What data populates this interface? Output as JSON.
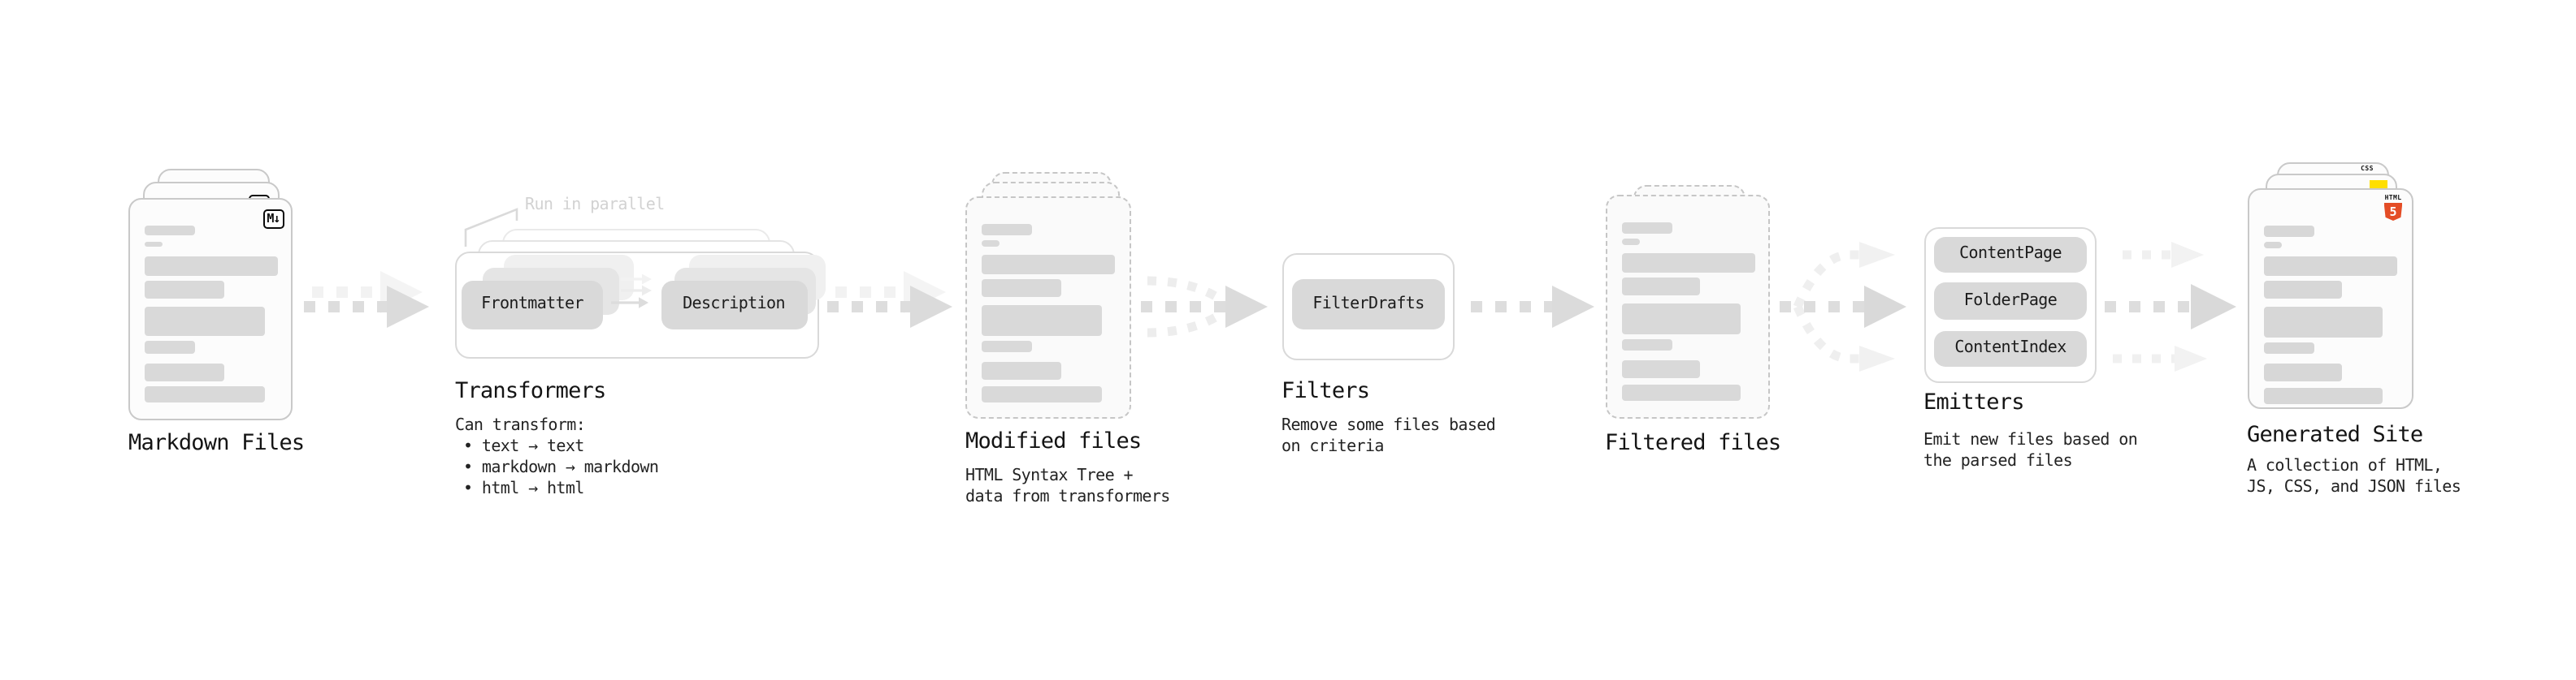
{
  "diagram": {
    "stages": {
      "markdown": {
        "title": "Markdown Files",
        "badge": "M↓"
      },
      "transformers": {
        "title": "Transformers",
        "annotation": "Run in parallel",
        "buttons": {
          "b1": "Frontmatter",
          "b2": "Description"
        },
        "desc": "Can transform:",
        "bullets": {
          "b1": "• text → text",
          "b2": "• markdown → markdown",
          "b3": "• html → html"
        }
      },
      "modified": {
        "title": "Modified files",
        "desc1": "HTML Syntax Tree +",
        "desc2": "data from transformers"
      },
      "filters": {
        "title": "Filters",
        "buttons": {
          "b1": "FilterDrafts"
        },
        "desc1": "Remove some files based",
        "desc2": "on criteria"
      },
      "filtered": {
        "title": "Filtered files"
      },
      "emitters": {
        "title": "Emitters",
        "buttons": {
          "b1": "ContentPage",
          "b2": "FolderPage",
          "b3": "ContentIndex"
        },
        "desc1": "Emit new files based on",
        "desc2": "the parsed files"
      },
      "generated": {
        "title": "Generated Site",
        "desc1": "A collection of HTML,",
        "desc2": "JS, CSS, and JSON files",
        "badges": {
          "css": "CSS",
          "html_word": "HTML",
          "html_numeral": "5"
        }
      }
    },
    "colors": {
      "html5_orange": "#e44d26",
      "js_yellow": "#ffdf00",
      "css_blue": "#2965f1",
      "chip_gray": "#d9d9d9",
      "arrow_dark": "#dddddd",
      "arrow_light": "#f1f1f1",
      "bar_gray": "#d9d9d9"
    }
  }
}
